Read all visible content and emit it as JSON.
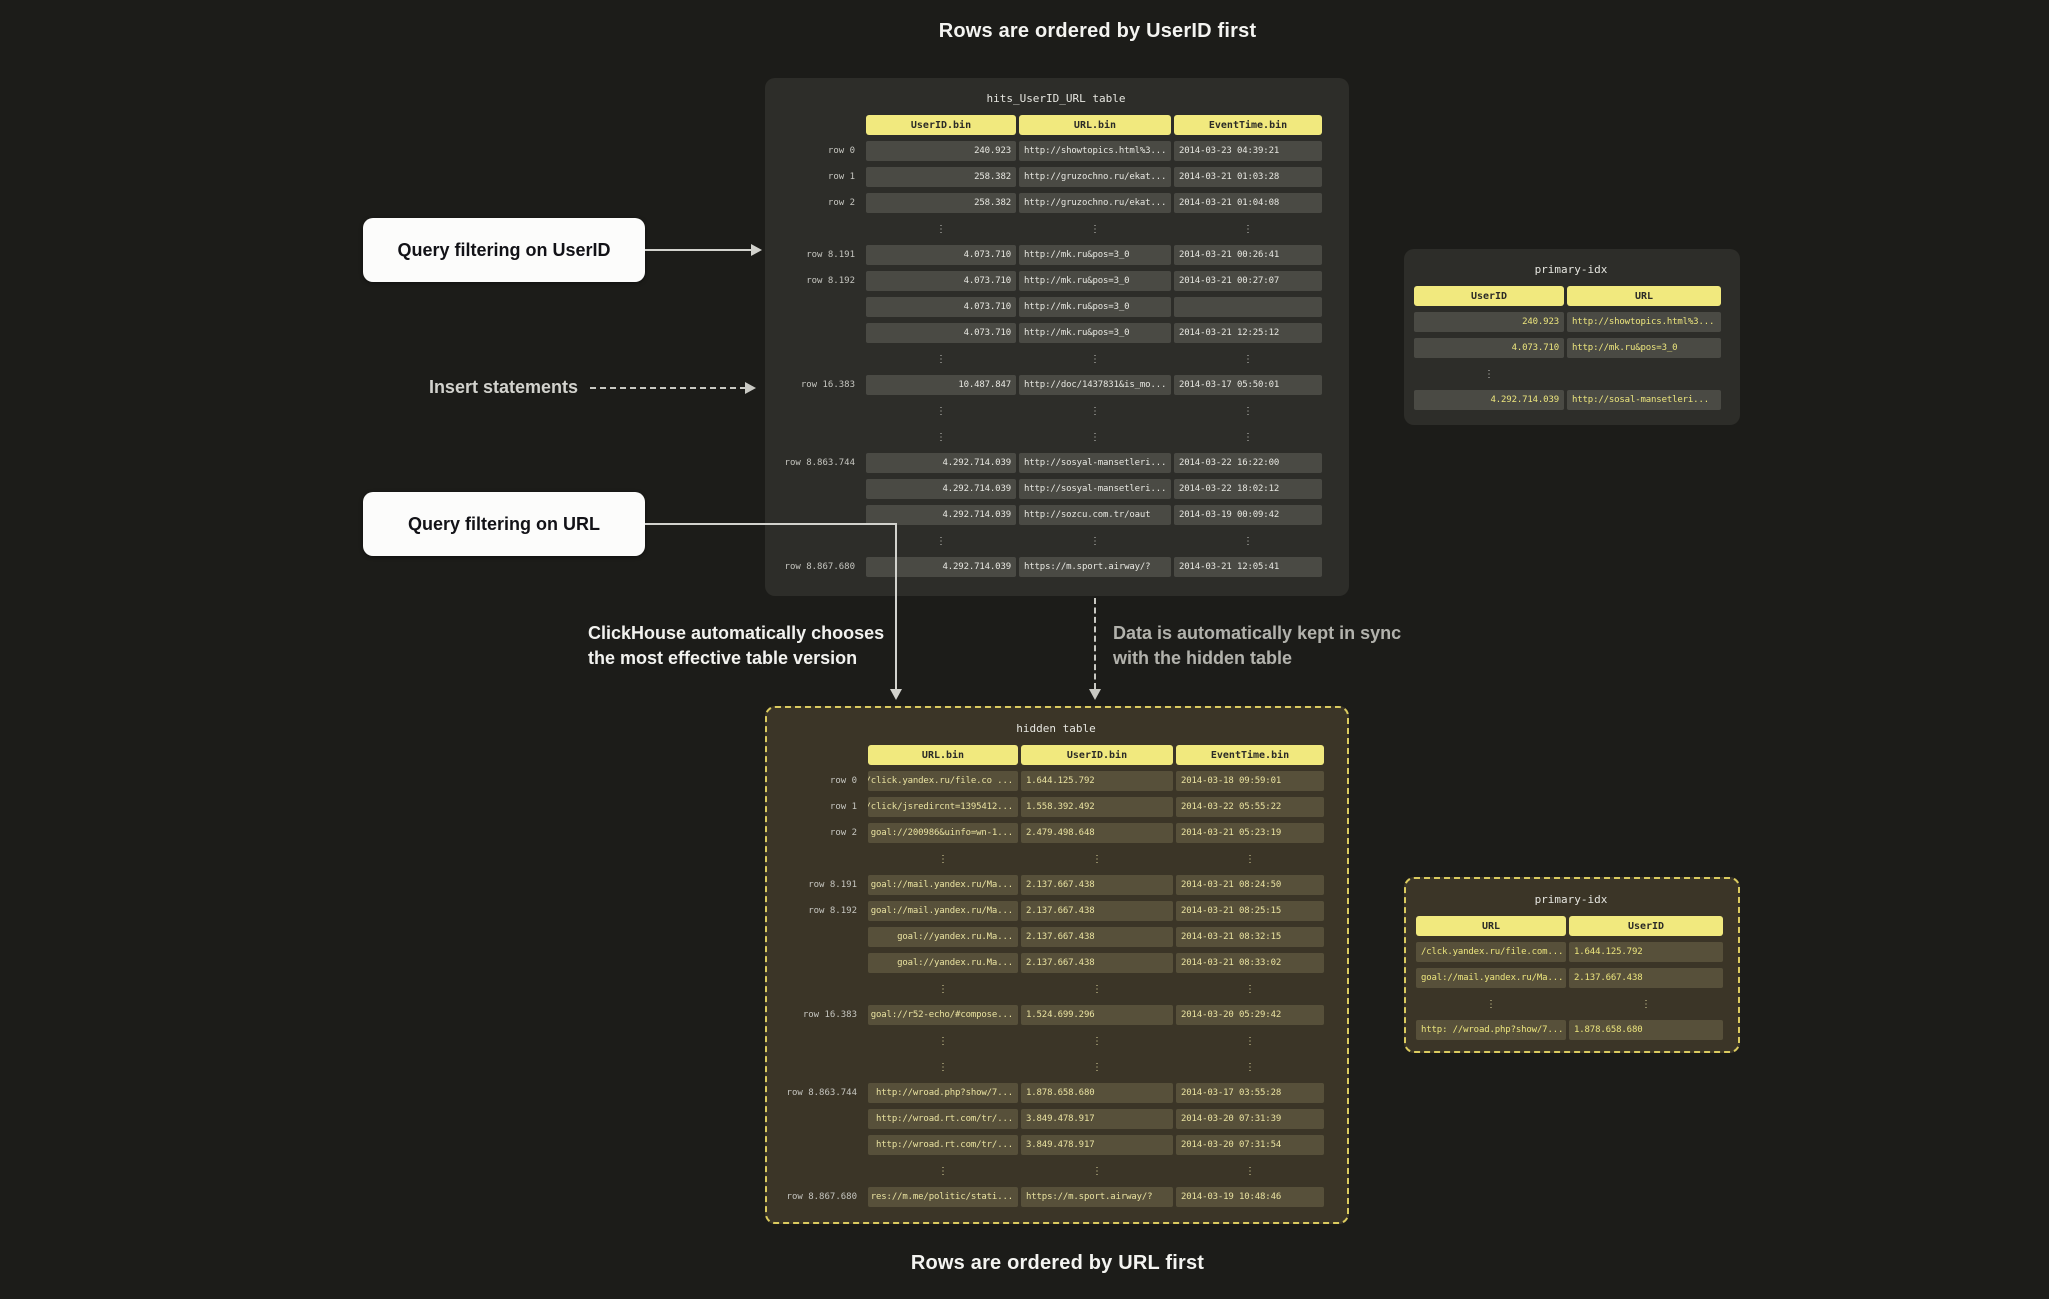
{
  "colors": {
    "accent_yellow": "#f1e97e",
    "dark_panel": "#2d2d29",
    "olive_panel": "#3b3527",
    "dashed_border": "#dbcb5f",
    "page_background": "#1c1c19"
  },
  "captions": {
    "top": "Rows are ordered by UserID first",
    "bottom": "Rows are ordered by URL first"
  },
  "callouts": {
    "query_userid": "Query filtering on UserID",
    "insert_statements": "Insert statements",
    "query_url": "Query filtering on URL",
    "auto_choose_line1": "ClickHouse automatically chooses",
    "auto_choose_line2": "the most effective table version",
    "sync_line1": "Data is automatically kept in sync",
    "sync_line2": "with the hidden table"
  },
  "main_table": {
    "title": "hits_UserID_URL table",
    "columns": [
      "UserID.bin",
      "URL.bin",
      "EventTime.bin"
    ],
    "rows": [
      {
        "label": "row 0",
        "cells": [
          "240.923",
          "http://showtopics.html%3...",
          "2014-03-23 04:39:21"
        ]
      },
      {
        "label": "row 1",
        "cells": [
          "258.382",
          "http://gruzochno.ru/ekat...",
          "2014-03-21 01:03:28"
        ]
      },
      {
        "label": "row 2",
        "cells": [
          "258.382",
          "http://gruzochno.ru/ekat...",
          "2014-03-21 01:04:08"
        ]
      },
      {
        "dots": [
          0,
          1,
          2
        ]
      },
      {
        "label": "row 8.191",
        "cells": [
          "4.073.710",
          "http://mk.ru&pos=3_0",
          "2014-03-21 00:26:41"
        ]
      },
      {
        "label": "row 8.192",
        "cells": [
          "4.073.710",
          "http://mk.ru&pos=3_0",
          "2014-03-21 00:27:07"
        ]
      },
      {
        "label": "",
        "cells": [
          "4.073.710",
          "http://mk.ru&pos=3_0",
          ""
        ]
      },
      {
        "label": "",
        "cells": [
          "4.073.710",
          "http://mk.ru&pos=3_0",
          "2014-03-21 12:25:12"
        ]
      },
      {
        "dots": [
          0,
          1,
          2
        ]
      },
      {
        "label": "row 16.383",
        "cells": [
          "10.487.847",
          "http://doc/1437831&is_mo...",
          "2014-03-17 05:50:01"
        ]
      },
      {
        "dots": [
          0,
          1,
          2
        ]
      },
      {
        "dots": [
          0,
          1,
          2
        ]
      },
      {
        "label": "row 8.863.744",
        "cells": [
          "4.292.714.039",
          "http://sosyal-mansetleri...",
          "2014-03-22 16:22:00"
        ]
      },
      {
        "label": "",
        "cells": [
          "4.292.714.039",
          "http://sosyal-mansetleri...",
          "2014-03-22 18:02:12"
        ]
      },
      {
        "label": "",
        "cells": [
          "4.292.714.039",
          "http://sozcu.com.tr/oaut",
          "2014-03-19 00:09:42"
        ]
      },
      {
        "dots": [
          0,
          1,
          2
        ]
      },
      {
        "label": "row 8.867.680",
        "cells": [
          "4.292.714.039",
          "https://m.sport.airway/?",
          "2014-03-21 12:05:41"
        ]
      }
    ]
  },
  "hidden_table": {
    "title": "hidden table",
    "columns": [
      "URL.bin",
      "UserID.bin",
      "EventTime.bin"
    ],
    "rows": [
      {
        "label": "row 0",
        "cells": [
          "/click.yandex.ru/file.co ...",
          "1.644.125.792",
          "2014-03-18 09:59:01"
        ]
      },
      {
        "label": "row 1",
        "cells": [
          "/click/jsredircnt=1395412...",
          "1.558.392.492",
          "2014-03-22 05:55:22"
        ]
      },
      {
        "label": "row 2",
        "cells": [
          "goal://200986&uinfo=wn-1...",
          "2.479.498.648",
          "2014-03-21 05:23:19"
        ]
      },
      {
        "dots": [
          0,
          1,
          2
        ]
      },
      {
        "label": "row 8.191",
        "cells": [
          "goal://mail.yandex.ru/Ma...",
          "2.137.667.438",
          "2014-03-21 08:24:50"
        ]
      },
      {
        "label": "row 8.192",
        "cells": [
          "goal://mail.yandex.ru/Ma...",
          "2.137.667.438",
          "2014-03-21 08:25:15"
        ]
      },
      {
        "label": "",
        "cells": [
          "goal://yandex.ru.Ma...",
          "2.137.667.438",
          "2014-03-21 08:32:15"
        ]
      },
      {
        "label": "",
        "cells": [
          "goal://yandex.ru.Ma...",
          "2.137.667.438",
          "2014-03-21 08:33:02"
        ]
      },
      {
        "dots": [
          0,
          1,
          2
        ]
      },
      {
        "label": "row 16.383",
        "cells": [
          "goal://r52-echo/#compose...",
          "1.524.699.296",
          "2014-03-20 05:29:42"
        ]
      },
      {
        "dots": [
          0,
          1,
          2
        ]
      },
      {
        "dots": [
          0,
          1,
          2
        ]
      },
      {
        "label": "row 8.863.744",
        "cells": [
          "http://wroad.php?show/7...",
          "1.878.658.680",
          "2014-03-17 03:55:28"
        ]
      },
      {
        "label": "",
        "cells": [
          "http://wroad.rt.com/tr/...",
          "3.849.478.917",
          "2014-03-20 07:31:39"
        ]
      },
      {
        "label": "",
        "cells": [
          "http://wroad.rt.com/tr/...",
          "3.849.478.917",
          "2014-03-20 07:31:54"
        ]
      },
      {
        "dots": [
          0,
          1,
          2
        ]
      },
      {
        "label": "row 8.867.680",
        "cells": [
          "res://m.me/politic/stati...",
          "https://m.sport.airway/?",
          "2014-03-19 10:48:46"
        ]
      }
    ]
  },
  "primary_idx_top": {
    "title": "primary-idx",
    "columns": [
      "UserID",
      "URL"
    ],
    "rows": [
      {
        "cells": [
          "240.923",
          "http://showtopics.html%3..."
        ]
      },
      {
        "cells": [
          "4.073.710",
          "http://mk.ru&pos=3_0"
        ]
      },
      {
        "dots": [
          0
        ]
      },
      {
        "cells": [
          "4.292.714.039",
          "http://sosal-mansetleri..."
        ]
      }
    ]
  },
  "primary_idx_bottom": {
    "title": "primary-idx",
    "columns": [
      "URL",
      "UserID"
    ],
    "rows": [
      {
        "cells": [
          "/clck.yandex.ru/file.com...",
          "1.644.125.792"
        ]
      },
      {
        "cells": [
          "goal://mail.yandex.ru/Ma...",
          "2.137.667.438"
        ]
      },
      {
        "dots": [
          0,
          1
        ]
      },
      {
        "cells": [
          "http: //wroad.php?show/7...",
          "1.878.658.680"
        ]
      }
    ]
  }
}
